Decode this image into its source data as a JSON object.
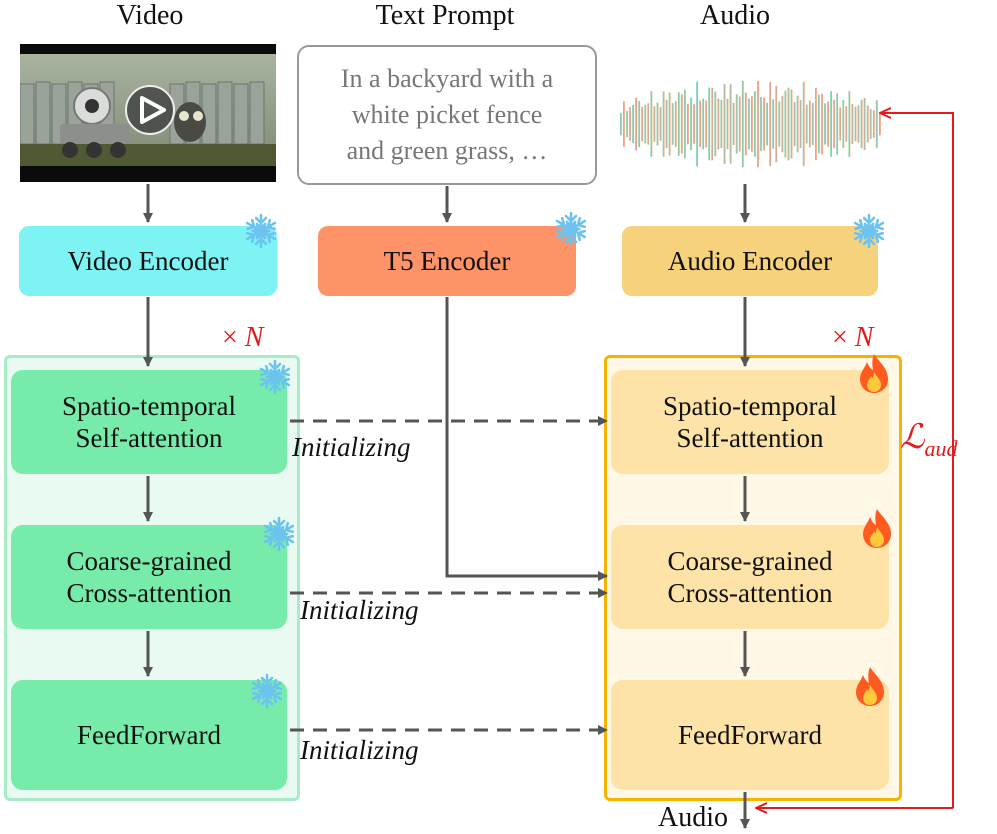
{
  "headers": {
    "video": "Video",
    "text_prompt": "Text Prompt",
    "audio": "Audio"
  },
  "prompt_lines": [
    "In a backyard with a",
    "white picket fence",
    "and green grass, …"
  ],
  "encoders": {
    "video": "Video Encoder",
    "t5": "T5 Encoder",
    "audio": "Audio Encoder"
  },
  "video_blocks": {
    "spatio": [
      "Spatio-temporal",
      "Self-attention"
    ],
    "coarse": [
      "Coarse-grained",
      "Cross-attention"
    ],
    "ff": "FeedForward"
  },
  "audio_blocks": {
    "spatio": [
      "Spatio-temporal",
      "Self-attention"
    ],
    "coarse": [
      "Coarse-grained",
      "Cross-attention"
    ],
    "ff": "FeedForward"
  },
  "repeat_label": {
    "times": "×",
    "n": "N"
  },
  "initializing": [
    "Initializing",
    "Initializing",
    "Initializing"
  ],
  "loss_label": {
    "symbol": "ℒ",
    "subscript": "aud"
  },
  "output_label": "Audio",
  "colors": {
    "video_encoder": "#7ef3f3",
    "t5_encoder": "#ff9368",
    "audio_encoder": "#f6d27d",
    "video_block": "#77ecaa",
    "video_panel_bg": "#e8faf1",
    "video_panel_border": "#a8ebc6",
    "audio_block": "#fde3a7",
    "audio_panel_bg": "#fff8e6",
    "audio_panel_border": "#f4b400",
    "arrow": "#555555",
    "loss": "#e31b1b",
    "snowflake": "#6cc3f0",
    "fire": "#ff5a1f"
  }
}
